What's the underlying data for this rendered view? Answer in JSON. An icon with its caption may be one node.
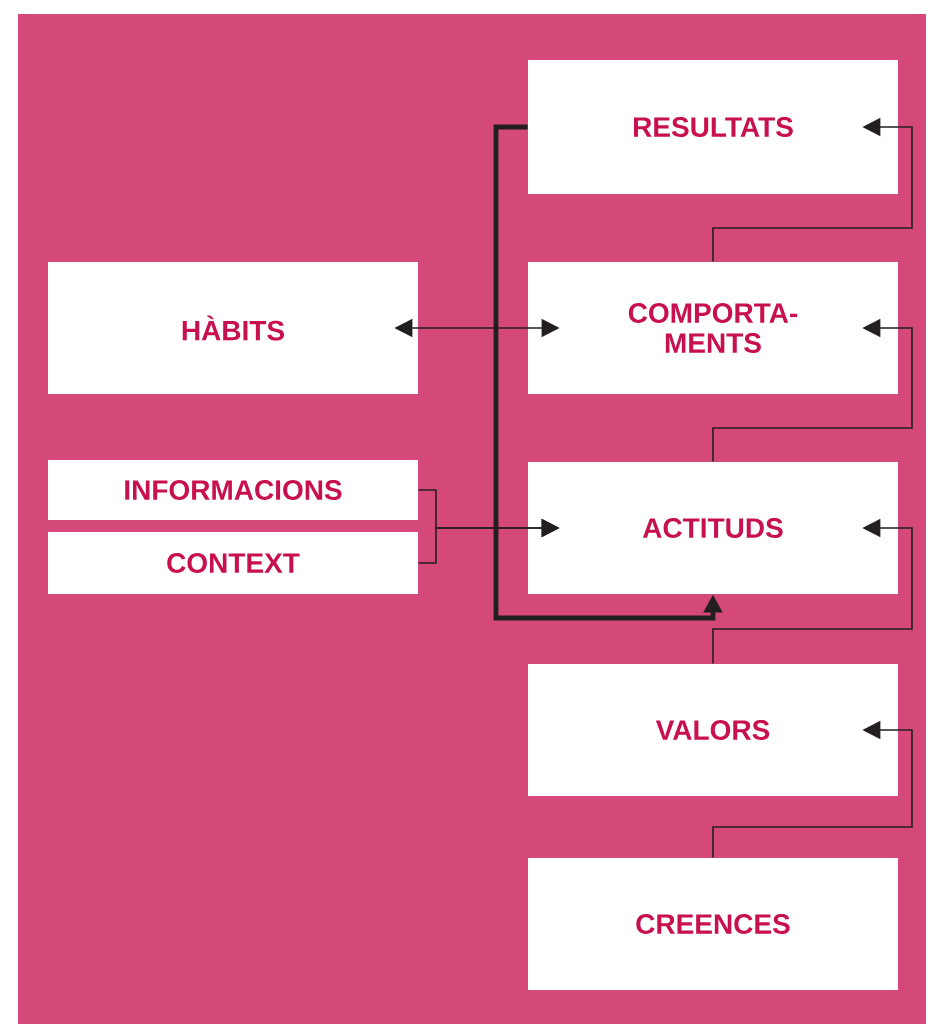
{
  "diagram": {
    "nodes": [
      {
        "text": [
          "RESULTATS"
        ]
      },
      {
        "text": [
          "HÀBITS"
        ]
      },
      {
        "text": [
          "COMPORTA- MENTS"
        ]
      },
      {
        "text": [
          "INFORMACIONS"
        ]
      },
      {
        "text": [
          "CONTEXT"
        ]
      },
      {
        "text": [
          "ACTITUDS"
        ]
      },
      {
        "text": [
          "VALORS"
        ]
      },
      {
        "text": [
          "CREENCES"
        ]
      }
    ],
    "edges": [
      {
        "from": 7,
        "to": 6,
        "arrow": "to"
      },
      {
        "from": 6,
        "to": 5,
        "arrow": "to"
      },
      {
        "from": 5,
        "to": 2,
        "arrow": "to"
      },
      {
        "from": 2,
        "to": 0,
        "arrow": "to"
      },
      {
        "from": 1,
        "to": 2,
        "arrow": "both"
      },
      {
        "from": 3,
        "to": 5,
        "arrow": "to"
      },
      {
        "from": 4,
        "to": 5,
        "arrow": "to"
      },
      {
        "from": 0,
        "to": 5,
        "arrow": "to",
        "style": "thick"
      }
    ]
  }
}
